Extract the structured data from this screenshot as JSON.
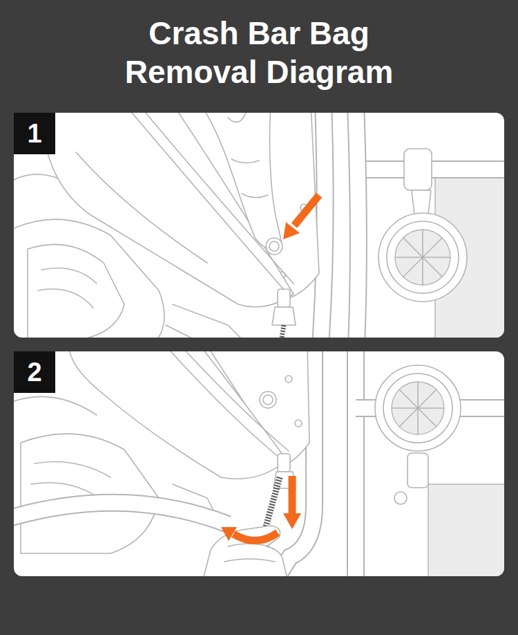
{
  "diagram": {
    "title": "Crash Bar Bag Removal Diagram",
    "nodes": [
      {
        "text": [
          "1"
        ]
      },
      {
        "text": [
          "2"
        ]
      }
    ]
  }
}
